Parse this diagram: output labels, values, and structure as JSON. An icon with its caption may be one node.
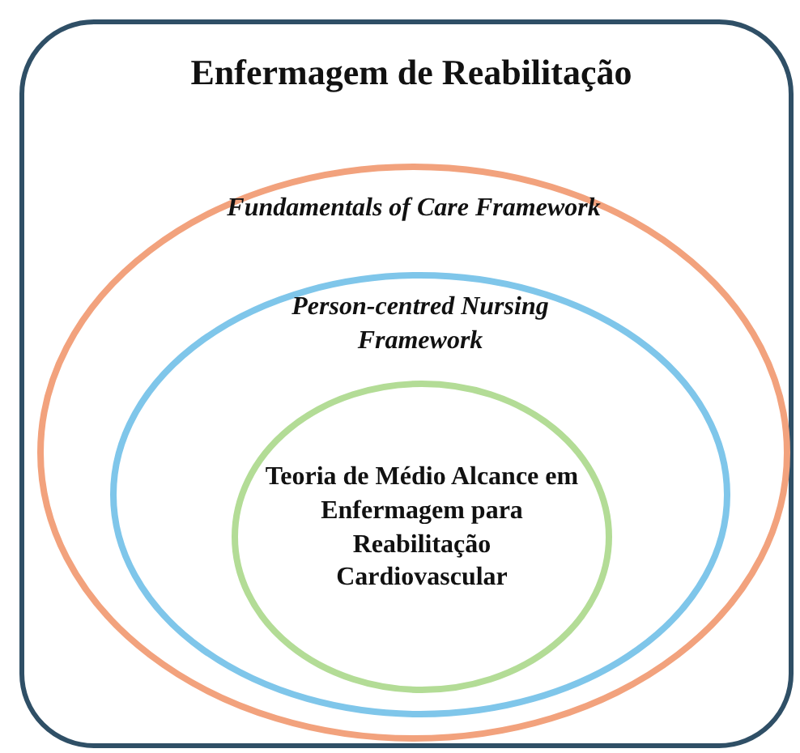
{
  "diagram": {
    "nodes": [
      {
        "text": [
          "Enfermagem de Reabilitação"
        ]
      },
      {
        "text": [
          "Fundamentals of Care Framework"
        ],
        "in": 0
      },
      {
        "text": [
          "Person-centred Nursing Framework"
        ],
        "in": 1
      },
      {
        "text": [
          "Teoria de Médio Alcance em Enfermagem para Reabilitação Cardiovascular"
        ],
        "in": 2
      }
    ]
  }
}
